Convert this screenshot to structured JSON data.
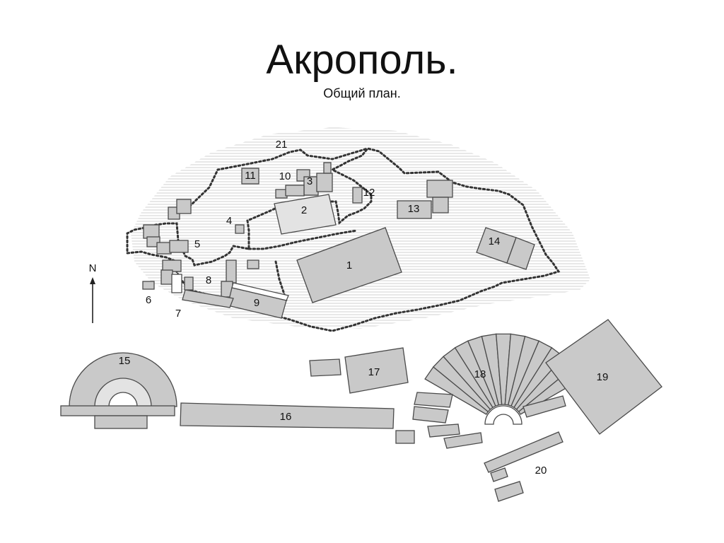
{
  "title": "Акрополь.",
  "subtitle": "Общий план.",
  "north_label": "N",
  "labels": {
    "l1": "1",
    "l2": "2",
    "l3": "3",
    "l4": "4",
    "l5": "5",
    "l6": "6",
    "l7": "7",
    "l8": "8",
    "l9": "9",
    "l10": "10",
    "l11": "11",
    "l12": "12",
    "l13": "13",
    "l14": "14",
    "l15": "15",
    "l16": "16",
    "l17": "17",
    "l18": "18",
    "l19": "19",
    "l20": "20",
    "l21": "21"
  }
}
